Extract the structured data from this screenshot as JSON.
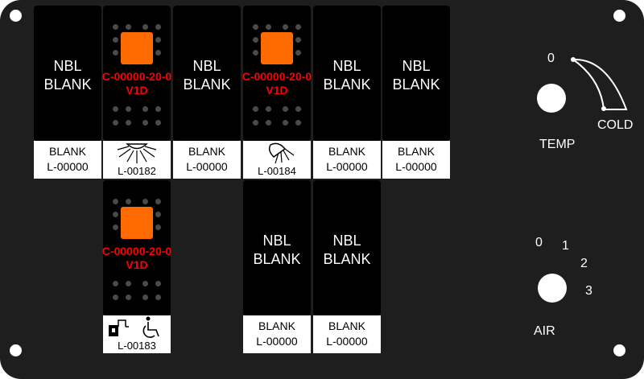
{
  "switches": {
    "s1": {
      "nbl": "NBL",
      "blank": "BLANK",
      "label1": "BLANK",
      "label2": "L-00000"
    },
    "s2": {
      "code": "C-00000-20-0V1D",
      "label": "L-00182",
      "icon": "dome-light-icon"
    },
    "s3": {
      "nbl": "NBL",
      "blank": "BLANK",
      "label1": "BLANK",
      "label2": "L-00000"
    },
    "s4": {
      "code": "C-00000-20-0V1D",
      "label": "L-00184",
      "icon": "shower-light-icon"
    },
    "s5": {
      "nbl": "NBL",
      "blank": "BLANK",
      "label1": "BLANK",
      "label2": "L-00000"
    },
    "s6": {
      "nbl": "NBL",
      "blank": "BLANK",
      "label1": "BLANK",
      "label2": "L-00000"
    },
    "s7": {
      "code": "C-00000-20-0V1D",
      "label": "L-00183",
      "icons": [
        "door-lock-icon",
        "wheelchair-icon"
      ]
    },
    "s8": {
      "nbl": "NBL",
      "blank": "BLANK",
      "label1": "BLANK",
      "label2": "L-00000"
    },
    "s9": {
      "nbl": "NBL",
      "blank": "BLANK",
      "label1": "BLANK",
      "label2": "L-00000"
    }
  },
  "temp": {
    "zero": "0",
    "cold": "COLD",
    "label": "TEMP"
  },
  "air": {
    "s0": "0",
    "s1": "1",
    "s2": "2",
    "s3": "3",
    "label": "AIR"
  },
  "colors": {
    "panel": "#1e1e1e",
    "lamp": "#ff6a00",
    "code": "#ff0000"
  }
}
